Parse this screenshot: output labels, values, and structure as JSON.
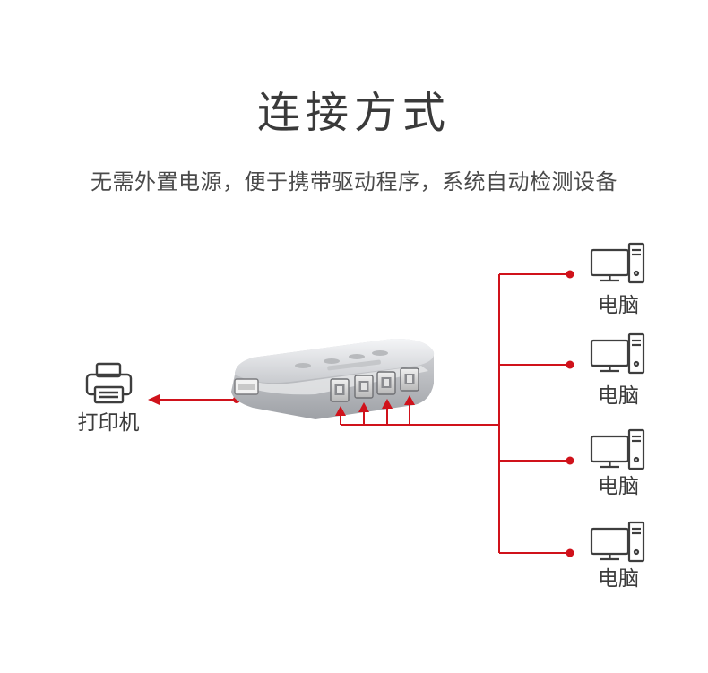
{
  "header": {
    "title": "连接方式",
    "subtitle": "无需外置电源，便于携带驱动程序，系统自动检测设备"
  },
  "devices": {
    "printer_label": "打印机",
    "computers": [
      {
        "label": "电脑"
      },
      {
        "label": "电脑"
      },
      {
        "label": "电脑"
      },
      {
        "label": "电脑"
      }
    ]
  },
  "colors": {
    "connector": "#d0121b",
    "icon": "#3e3e3e",
    "switch_body": "#d9dadd"
  },
  "icons": {
    "printer": "printer-icon",
    "computer": "desktop-computer-icon",
    "switch": "usb-sharing-switch"
  }
}
